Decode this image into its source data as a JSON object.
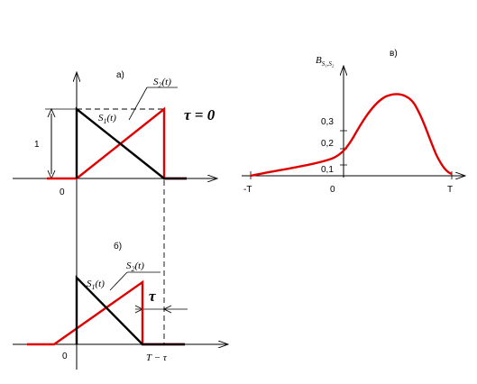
{
  "diagram": {
    "a": {
      "label": "а)",
      "s2": {
        "base": "S",
        "sub": "2",
        "arg": "(t)"
      },
      "s1": {
        "base": "S",
        "sub": "1",
        "arg": "(t)"
      },
      "tau": "τ = 0",
      "one": "1",
      "zero": "0"
    },
    "b": {
      "label": "б)",
      "s2": {
        "base": "S",
        "sub": "2",
        "arg": "(t)"
      },
      "s1": {
        "base": "S",
        "sub": "1",
        "arg": "(t)"
      },
      "tau": "τ",
      "zero": "0",
      "t_minus_tau": "T − τ"
    },
    "c": {
      "label": "в)",
      "ylabel": {
        "base": "B",
        "sub": "S₁,S₂"
      },
      "ticks": [
        "0,3",
        "0,2",
        "0,1"
      ],
      "xticks": [
        "-T",
        "0",
        "T"
      ]
    }
  },
  "colors": {
    "signal": "#e00000",
    "axis": "#000000"
  }
}
